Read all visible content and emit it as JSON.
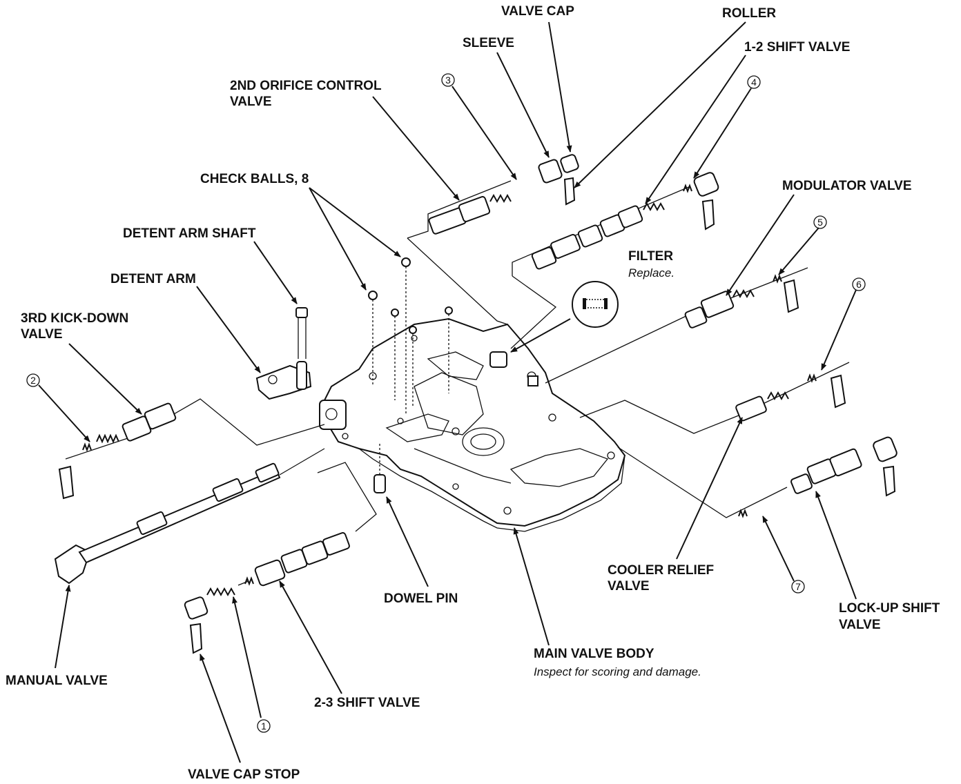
{
  "labels": {
    "valve_cap": "VALVE CAP",
    "roller": "ROLLER",
    "sleeve": "SLEEVE",
    "shift_12": "1-2 SHIFT VALVE",
    "orifice_l1": "2ND ORIFICE CONTROL",
    "orifice_l2": "VALVE",
    "check_balls": "CHECK BALLS, 8",
    "modulator": "MODULATOR VALVE",
    "detent_shaft": "DETENT ARM SHAFT",
    "filter": "FILTER",
    "filter_note": "Replace.",
    "detent_arm": "DETENT ARM",
    "kickdown_l1": "3RD KICK-DOWN",
    "kickdown_l2": "VALVE",
    "cooler_l1": "COOLER RELIEF",
    "cooler_l2": "VALVE",
    "dowel": "DOWEL PIN",
    "lockup_l1": "LOCK-UP SHIFT",
    "lockup_l2": "VALVE",
    "main_body": "MAIN VALVE BODY",
    "main_note": "Inspect for scoring and damage.",
    "manual": "MANUAL VALVE",
    "shift_23": "2-3 SHIFT VALVE",
    "cap_stop": "VALVE CAP STOP"
  },
  "callouts": {
    "n1": "1",
    "n2": "2",
    "n3": "3",
    "n4": "4",
    "n5": "5",
    "n6": "6",
    "n7": "7"
  }
}
